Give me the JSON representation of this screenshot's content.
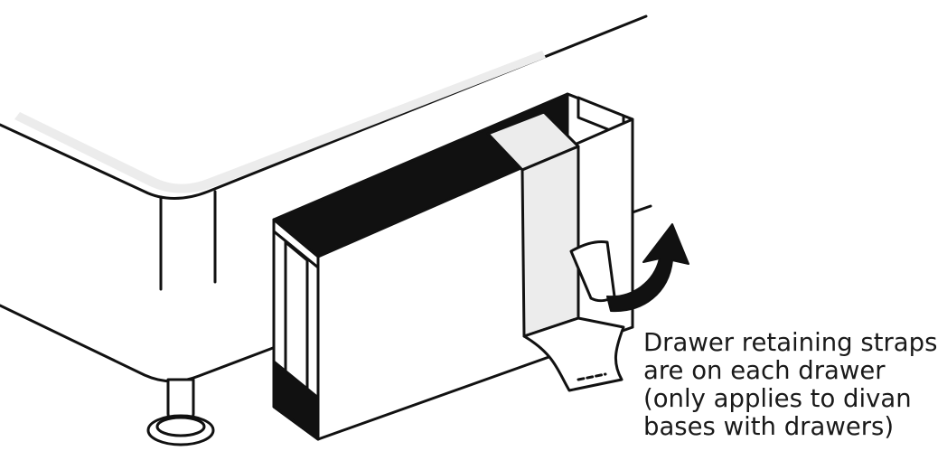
{
  "caption": {
    "lines": [
      "Drawer retaining straps",
      "are on each drawer",
      "(only applies to divan",
      "bases with drawers)"
    ]
  },
  "colors": {
    "outline": "#111111",
    "fill": "#ffffff",
    "shade": "#ececec",
    "dark": "#111111",
    "arrow": "#111111"
  },
  "icons": {
    "arrow": "curved-arrow-icon"
  }
}
